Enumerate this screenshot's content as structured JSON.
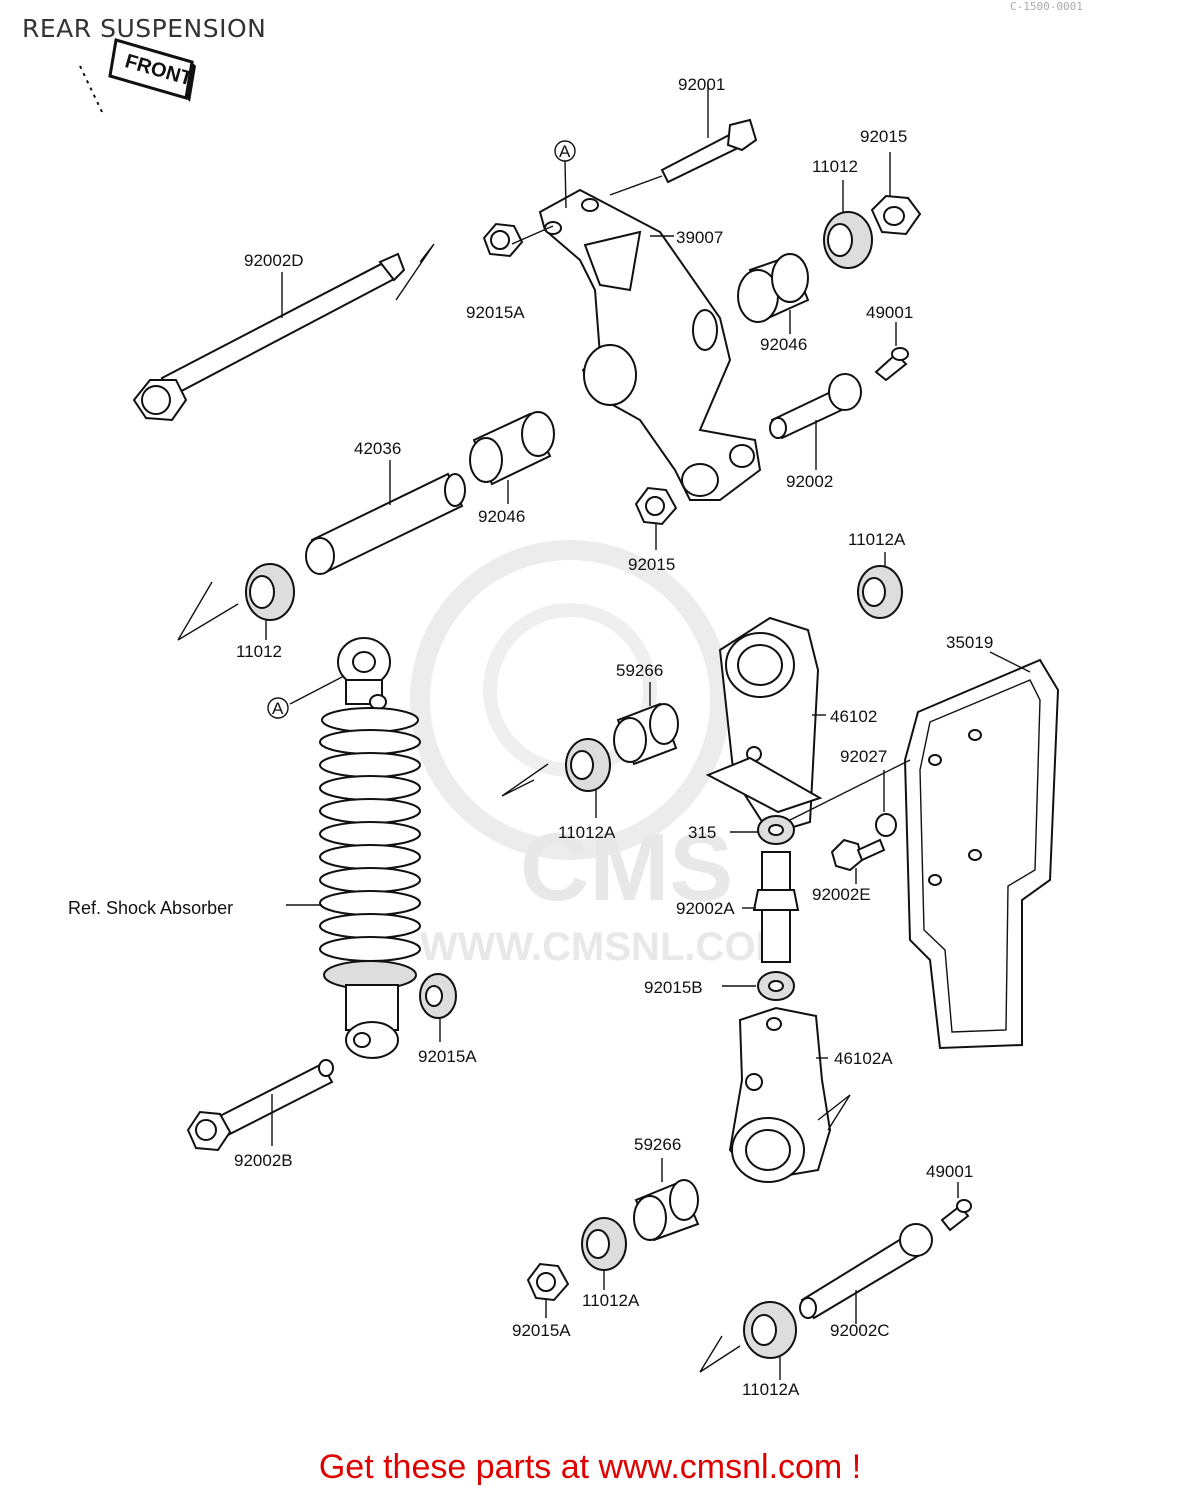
{
  "page": {
    "title": "REAR SUSPENSION",
    "corner_code": "C-1500-0001",
    "footer": "Get these parts at www.cmsnl.com !",
    "front_marker": "FRONT",
    "reference_mark": "A"
  },
  "watermark": {
    "brand": "CMS",
    "url": "WWW.CMSNL.COM"
  },
  "labels": {
    "p92001": "92001",
    "p92015_top": "92015",
    "p11012_top": "11012",
    "p39007": "39007",
    "p92002D": "92002D",
    "p92015A_top": "92015A",
    "p92046_right": "92046",
    "p49001_top": "49001",
    "p42036": "42036",
    "p92046_left": "92046",
    "p92002": "92002",
    "p92015_mid": "92015",
    "p11012A_top": "11012A",
    "p11012_left": "11012",
    "p59266_top": "59266",
    "p46102": "46102",
    "p35019": "35019",
    "p92027": "92027",
    "p11012A_mid": "11012A",
    "p315": "315",
    "p92002E": "92002E",
    "ref_shock": "Ref. Shock Absorber",
    "p92002A": "92002A",
    "p92015B": "92015B",
    "p92015A_mid": "92015A",
    "p46102A": "46102A",
    "p92002B": "92002B",
    "p59266_bottom": "59266",
    "p49001_bottom": "49001",
    "p11012A_bottom1": "11012A",
    "p92015A_bottom": "92015A",
    "p92002C": "92002C",
    "p11012A_bottom2": "11012A"
  }
}
